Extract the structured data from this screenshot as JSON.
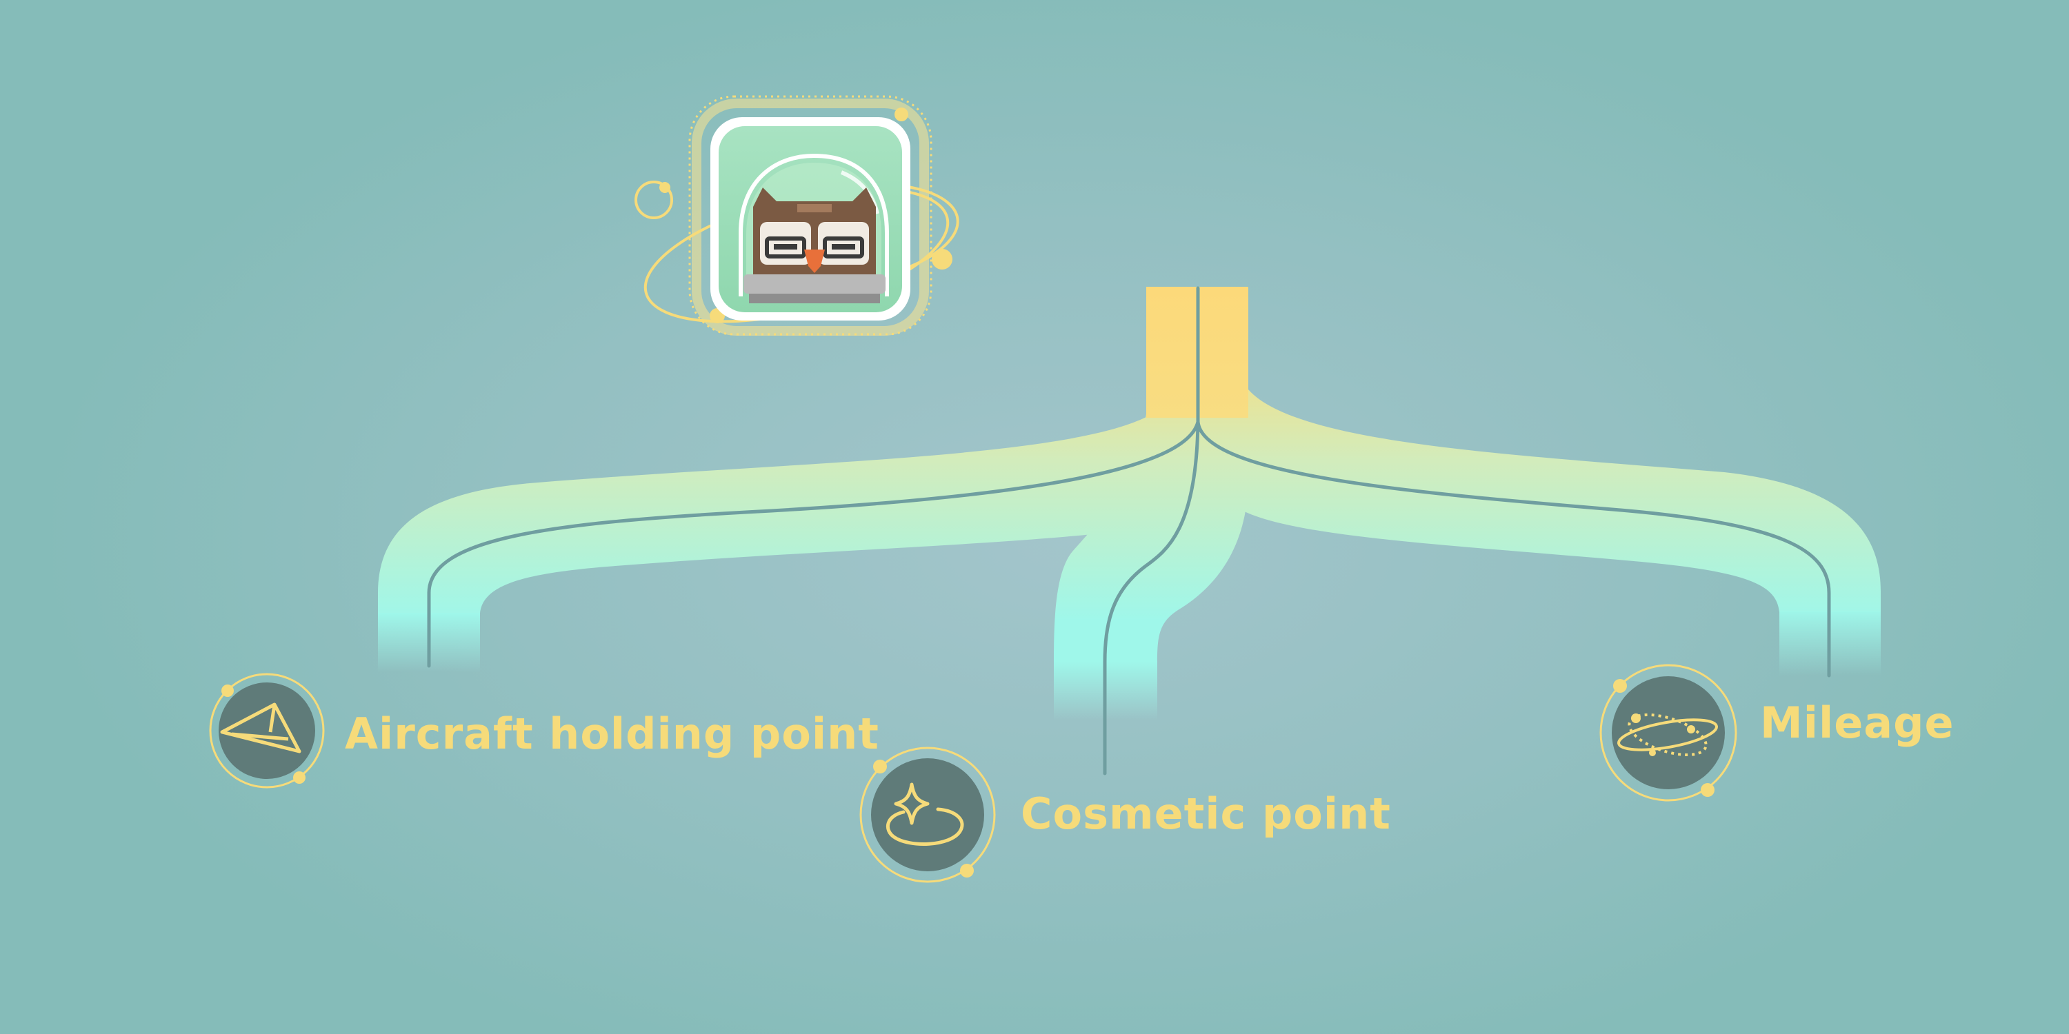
{
  "diagram": {
    "root": {
      "icon": "owl-astronaut-avatar-icon"
    },
    "branches": [
      {
        "label": "Aircraft holding point",
        "icon": "paper-plane-icon"
      },
      {
        "label": "Cosmetic point",
        "icon": "sparkle-ring-icon"
      },
      {
        "label": "Mileage",
        "icon": "orbit-planet-icon"
      }
    ]
  },
  "colors": {
    "background": "#94c0c2",
    "ribbon_top": "#fbdc7a",
    "ribbon_mid": "#d2ecbc",
    "ribbon_bottom": "#9ff7ea",
    "accent": "#f6db7a",
    "icon_disc": "#5f7b79",
    "center_line": "#6f9ea0"
  }
}
